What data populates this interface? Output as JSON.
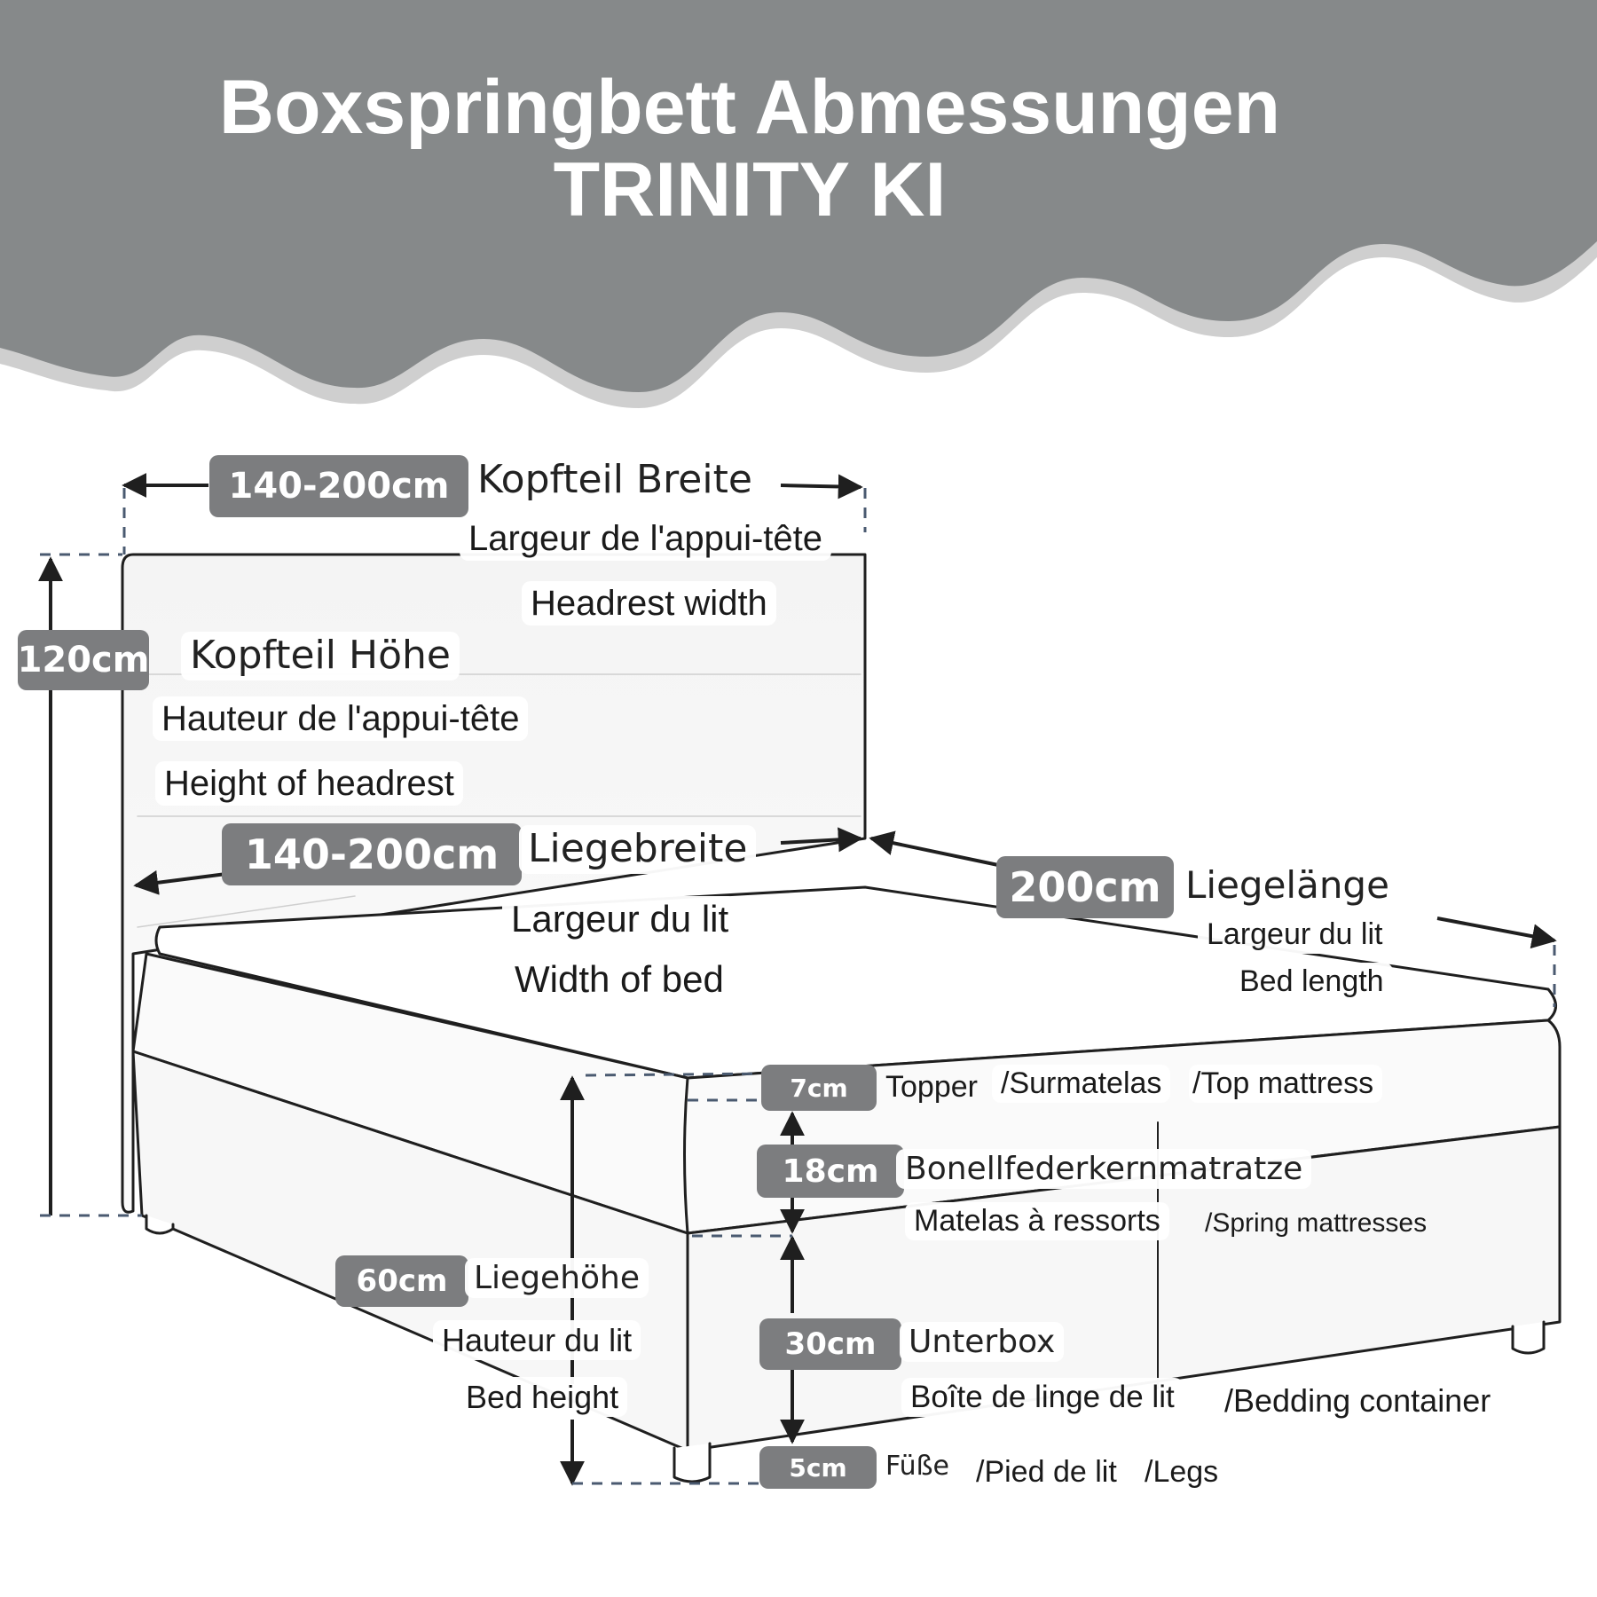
{
  "header": {
    "title_line1": "Boxspringbett Abmessungen",
    "title_line2": "TRINITY KI",
    "background_color": "#86898a",
    "wave_accent_color": "#cfcfcf"
  },
  "colors": {
    "badge_bg": "#7c7d7f",
    "badge_text": "#ffffff",
    "line_color": "#1f1f1f",
    "dashed_line_color": "#4a5a70"
  },
  "dimensions": {
    "headboard_width": {
      "value": "140-200cm",
      "de": "Kopfteil Breite",
      "fr": "Largeur de l'appui-tête",
      "en": "Headrest width"
    },
    "headboard_height": {
      "value": "120cm",
      "de": "Kopfteil Höhe",
      "fr": "Hauteur de l'appui-tête",
      "en": "Height of headrest"
    },
    "bed_width": {
      "value": "140-200cm",
      "de": "Liegebreite",
      "fr": "Largeur du lit",
      "en": "Width of bed"
    },
    "bed_length": {
      "value": "200cm",
      "de": "Liegelänge",
      "fr": "Largeur du lit",
      "en": "Bed length"
    },
    "topper": {
      "value": "7cm",
      "de": "Topper",
      "fr": "/Surmatelas",
      "en": "/Top mattress"
    },
    "mattress": {
      "value": "18cm",
      "de": "Bonellfederkernmatratze",
      "fr": "Matelas à ressorts",
      "en": "/Spring mattresses"
    },
    "bed_height": {
      "value": "60cm",
      "de": "Liegehöhe",
      "fr": "Hauteur du lit",
      "en": "Bed height"
    },
    "underbox": {
      "value": "30cm",
      "de": "Unterbox",
      "fr": "Boîte de linge de lit",
      "en": "/Bedding container"
    },
    "legs": {
      "value": "5cm",
      "de": "Füße",
      "fr": "/Pied de lit",
      "en": "/Legs"
    }
  }
}
